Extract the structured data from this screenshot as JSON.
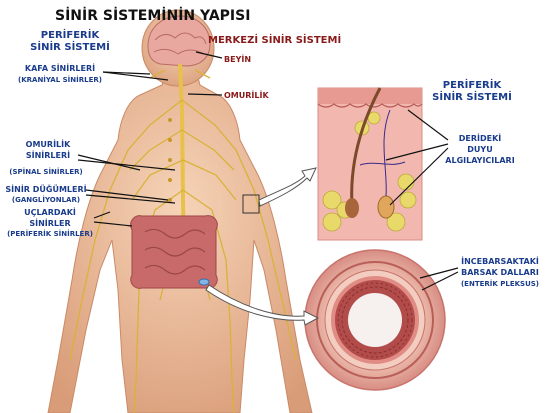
{
  "title": "SİNİR SİSTEMİNİN YAPISI",
  "labels": {
    "periferik_left_line1": "PERİFERİK",
    "periferik_left_line2": "SİNİR SİSTEMİ",
    "merkezi": "MERKEZİ SİNİR SİSTEMİ",
    "beyin": "BEYİN",
    "omurilik": "OMURİLİK",
    "kafa_line1": "KAFA SİNİRLERİ",
    "kafa_line2": "(KRANİYAL SİNİRLER)",
    "omurilik_sinir_line1": "OMURİLİK",
    "omurilik_sinir_line2": "SİNİRLERİ",
    "spinal": "(SPİNAL SİNİRLER)",
    "dugum_line1": "SİNİR DÜĞÜMLERİ",
    "dugum_line2": "(GANGLİYONLAR)",
    "uc_line1": "UÇLARDAKİ",
    "uc_line2": "SİNİRLER",
    "uc_line3": "(PERİFERİK SİNİRLER)",
    "periferik_right_line1": "PERİFERİK",
    "periferik_right_line2": "SİNİR SİSTEMİ",
    "deri_line1": "DERİDEKİ",
    "deri_line2": "DUYU",
    "deri_line3": "ALGILAYICILARI",
    "barsak_line1": "İNCEBARSAKTAKİ",
    "barsak_line2": "BARSAK DALLARI",
    "barsak_line3": "(ENTERİK PLEKSUS)"
  },
  "colors": {
    "title": "#111111",
    "blue_label": "#1a3c8c",
    "red_label": "#8a1a1a",
    "black_label": "#111111",
    "skin": "#f0c4a2",
    "skin_shade": "#d9a07c",
    "nerve": "#d9b23a",
    "brain": "#e8a8a0",
    "intestine": "#c86a6a",
    "tissue": "#f2b8b0"
  }
}
